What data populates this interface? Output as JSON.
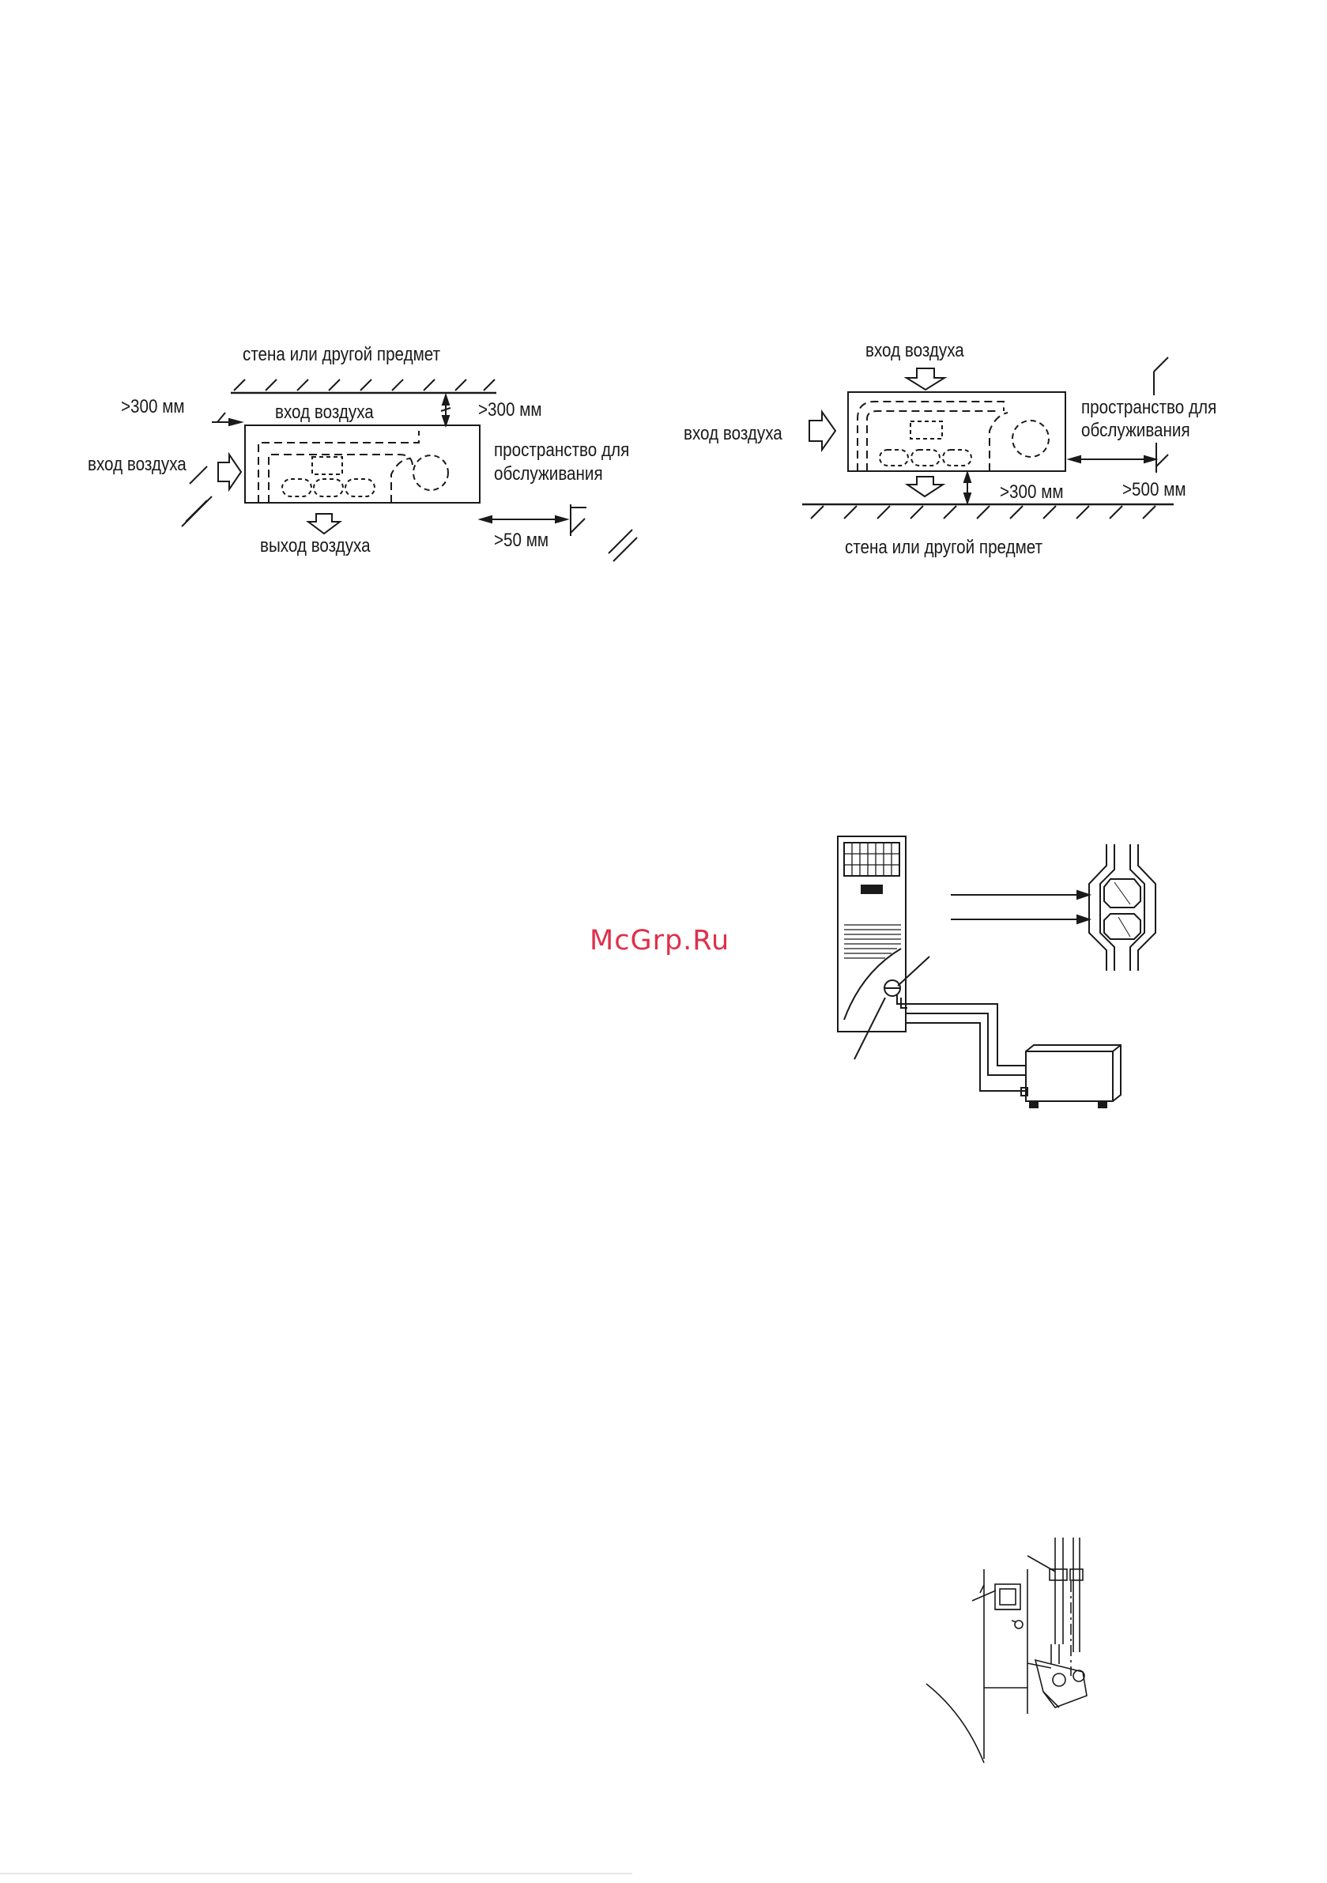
{
  "watermark": "McGrp.Ru",
  "figure1": {
    "wall_label": "стена или другой предмет",
    "dim_left": ">300 мм",
    "dim_top_right": ">300 мм",
    "air_in_top": "вход воздуха",
    "air_in_left": "вход воздуха",
    "service_line1": "пространство для",
    "service_line2": "обслуживания",
    "air_out": "выход воздуха",
    "dim_bottom_right": ">50 мм"
  },
  "figure2": {
    "air_in_top": "вход воздуха",
    "air_in_left": "вход воздуха",
    "service_line1": "пространство для",
    "service_line2": "обслуживания",
    "dim_bottom": ">300 мм",
    "dim_right": ">500 мм",
    "wall_label": "стена или другой предмет"
  }
}
